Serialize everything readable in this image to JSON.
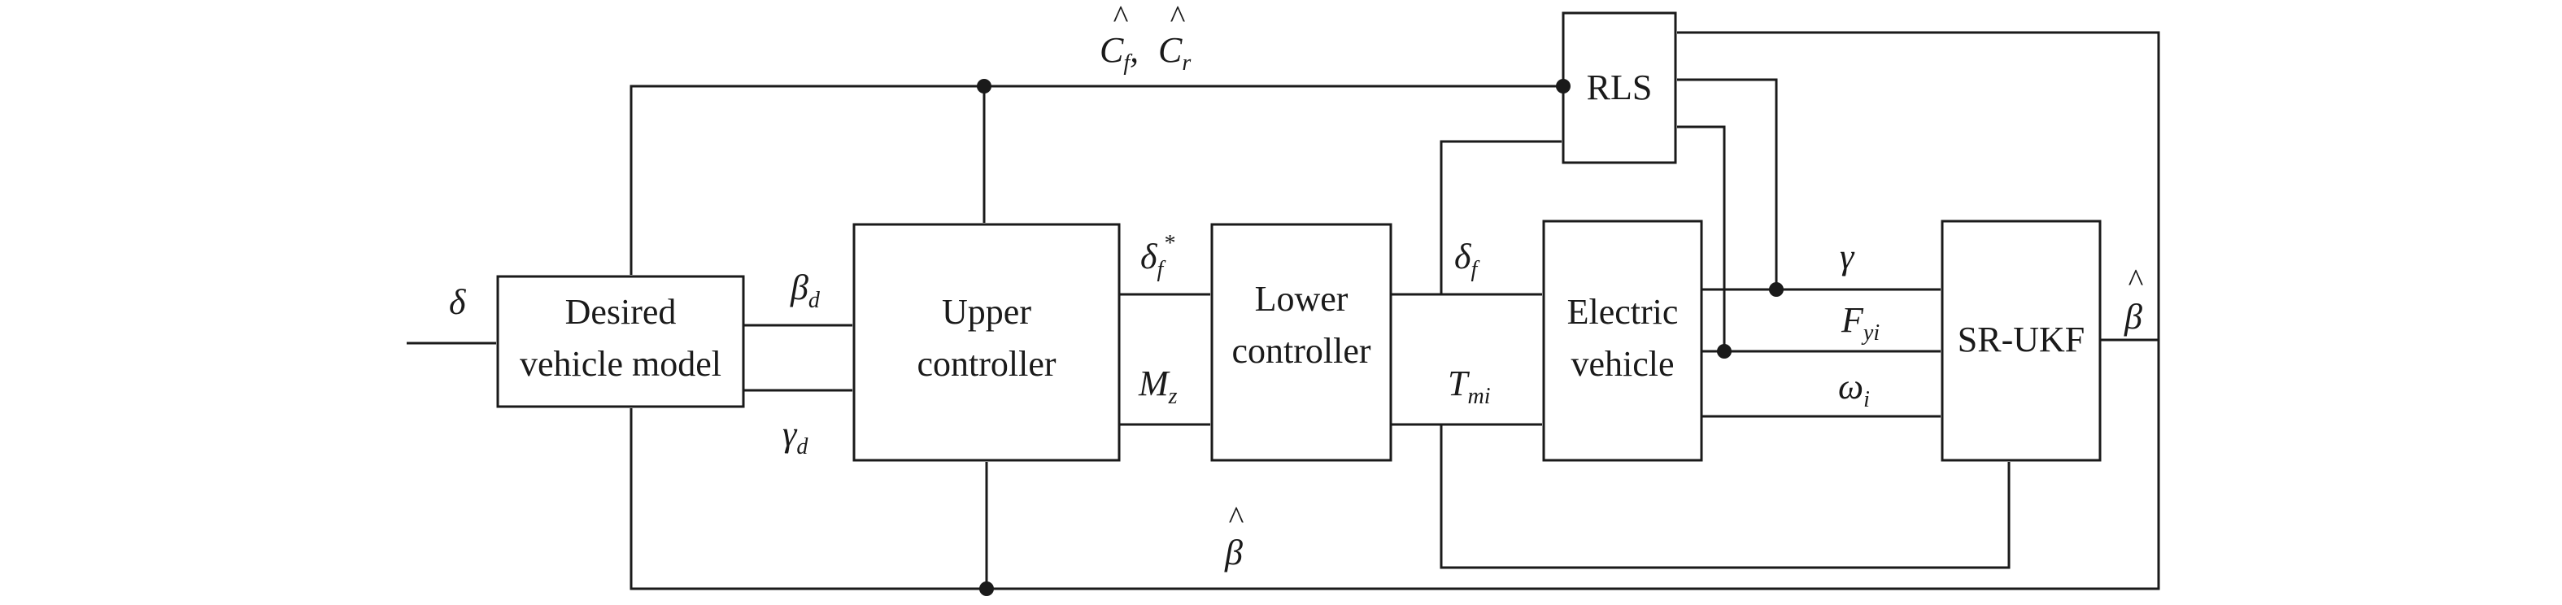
{
  "blocks": {
    "desired": {
      "line1": "Desired",
      "line2": "vehicle model"
    },
    "upper": {
      "line1": "Upper",
      "line2": "controller"
    },
    "lower": {
      "line1": "Lower",
      "line2": "controller"
    },
    "ev": {
      "line1": "Electric",
      "line2": "vehicle"
    },
    "rls": {
      "label": "RLS"
    },
    "srukf": {
      "label": "SR-UKF"
    }
  },
  "signals": {
    "delta": {
      "main": "δ"
    },
    "beta_d": {
      "main": "β",
      "sub": "d"
    },
    "gamma_d": {
      "main": "γ",
      "sub": "d"
    },
    "delta_f_star": {
      "main": "δ",
      "sub": "f",
      "sup": "*"
    },
    "m_z": {
      "main": "M",
      "sub": "z"
    },
    "delta_f": {
      "main": "δ",
      "sub": "f"
    },
    "t_mi": {
      "main": "T",
      "sub": "mi"
    },
    "gamma": {
      "main": "γ"
    },
    "f_yi": {
      "main": "F",
      "sub": "yi"
    },
    "omega_i": {
      "main": "ω",
      "sub": "i"
    },
    "beta_hat_right": {
      "main": "β",
      "hat": "^"
    },
    "beta_hat_bottom": {
      "main": "β",
      "hat": "^"
    },
    "cf": {
      "main": "C",
      "sub": "f",
      "hat": "^",
      "sep": ","
    },
    "cr": {
      "main": "C",
      "sub": "r",
      "hat": "^"
    }
  },
  "colors": {
    "line": "#1a1a1a",
    "background": "#ffffff"
  }
}
